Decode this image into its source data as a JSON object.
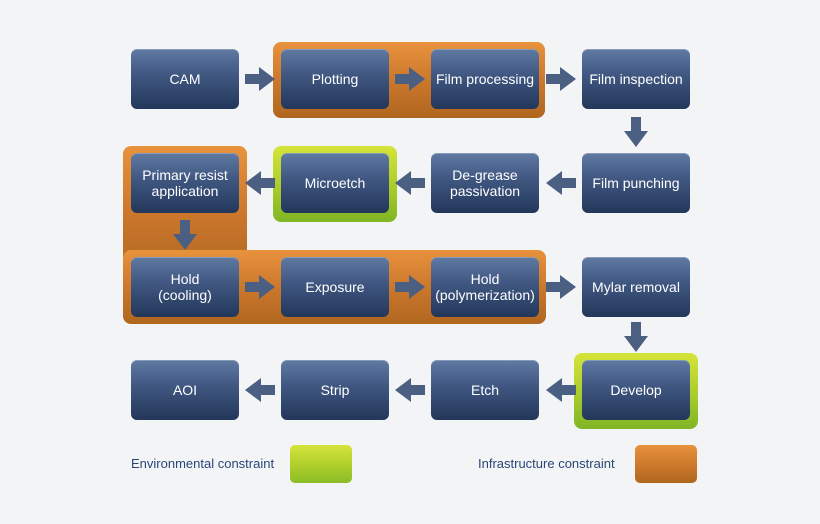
{
  "nodes": {
    "cam": "CAM",
    "plotting": "Plotting",
    "film_processing": "Film processing",
    "film_inspection": "Film inspection",
    "film_punching": "Film punching",
    "degrease": "De-grease\npassivation",
    "microetch": "Microetch",
    "primary_resist": "Primary resist\napplication",
    "hold_cooling": "Hold\n(cooling)",
    "exposure": "Exposure",
    "hold_polymerization": "Hold\n(polymerization)",
    "mylar_removal": "Mylar removal",
    "develop": "Develop",
    "etch": "Etch",
    "strip": "Strip",
    "aoi": "AOI"
  },
  "legend": {
    "environmental": "Environmental constraint",
    "infrastructure": "Infrastructure constraint"
  },
  "colors": {
    "environmental": "#a9cc2b",
    "infrastructure": "#c9762b",
    "box": "#3f5680",
    "arrow": "#4a5f82",
    "legend_text": "#2a4677"
  }
}
